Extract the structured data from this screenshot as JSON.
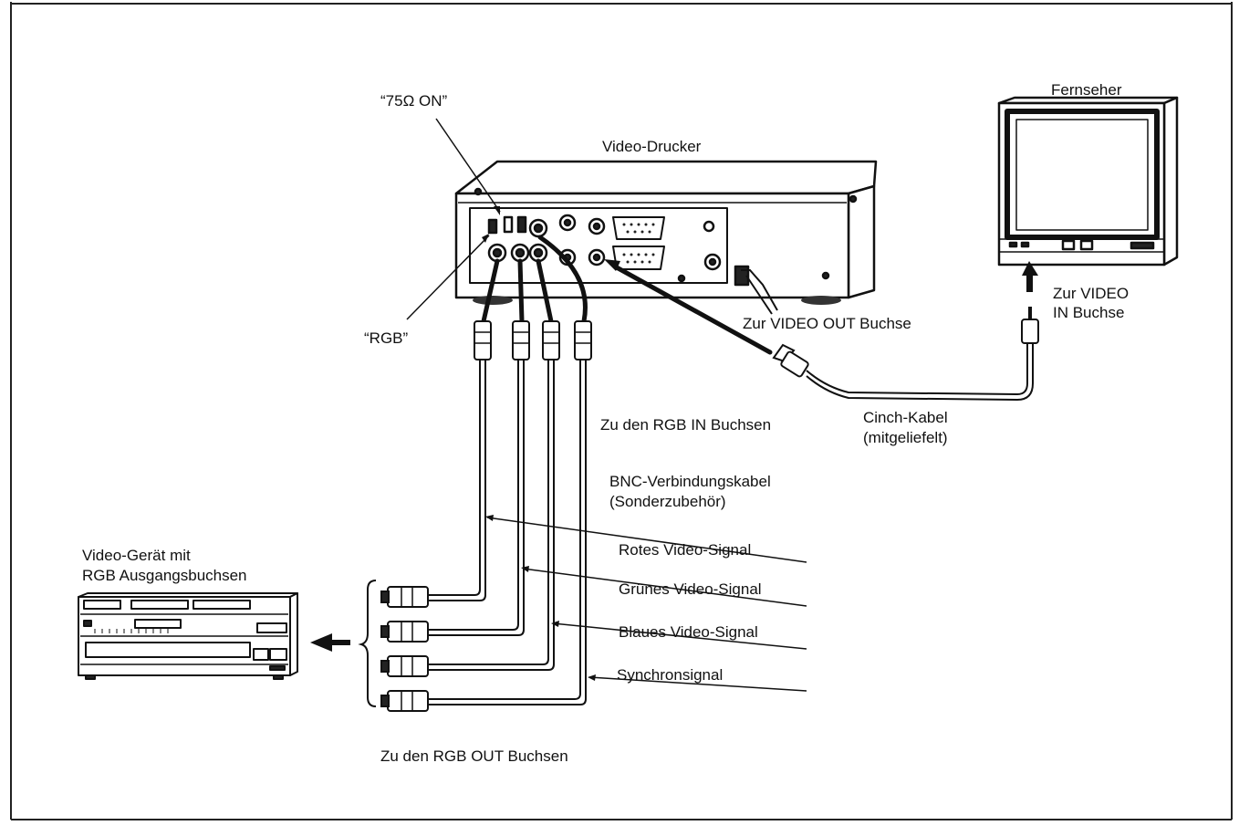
{
  "labels": {
    "ohm_switch": "“75Ω ON”",
    "rgb_switch": "“RGB”",
    "video_printer": "Video-Drucker",
    "tv": "Fernseher",
    "video_out_jack": "Zur VIDEO OUT Buchse",
    "video_in_jack_line1": "Zur VIDEO",
    "video_in_jack_line2": "IN Buchse",
    "cinch_cable_line1": "Cinch-Kabel",
    "cinch_cable_line2": "(mitgeliefelt)",
    "rgb_in_jacks": "Zu den RGB IN Buchsen",
    "bnc_cable_line1": "BNC-Verbindungskabel",
    "bnc_cable_line2": "(Sonderzubehör)",
    "red_signal": "Rotes Video-Signal",
    "green_signal": "Grünes Video-Signal",
    "blue_signal": "Blaues Video-Signal",
    "sync_signal": "Synchronsignal",
    "source_device_line1": "Video-Gerät mit",
    "source_device_line2": "RGB Ausgangsbuchsen",
    "rgb_out_jacks": "Zu den RGB OUT Buchsen"
  }
}
